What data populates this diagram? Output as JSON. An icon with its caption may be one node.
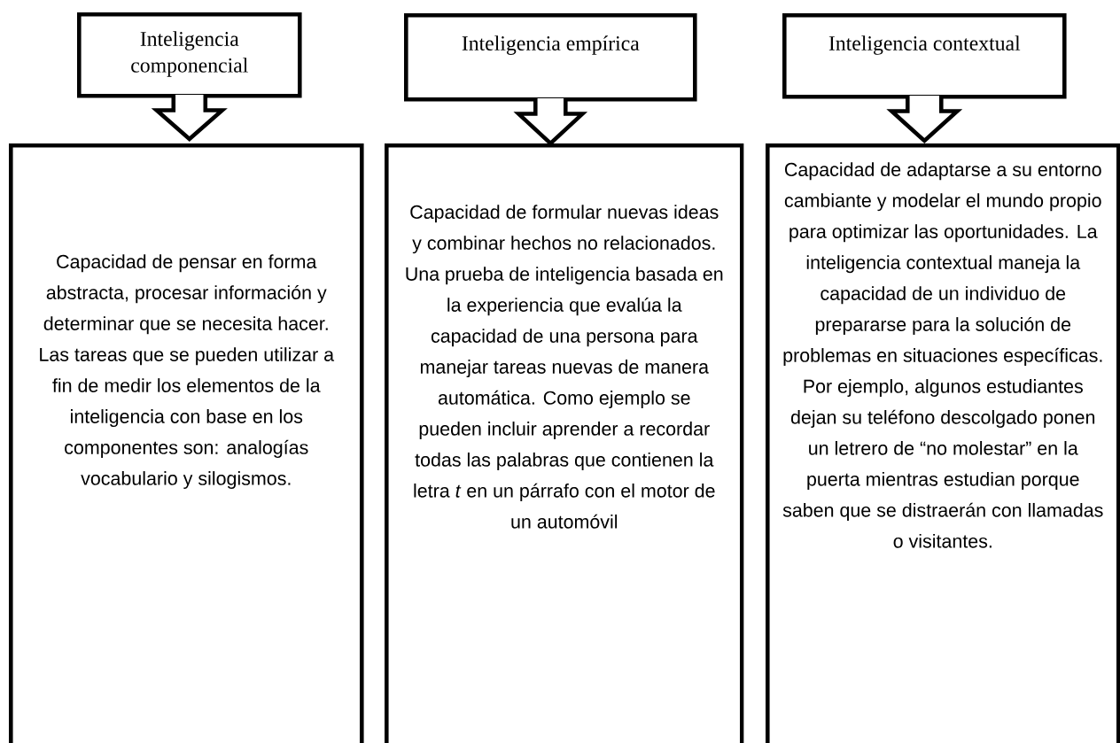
{
  "diagram": {
    "nodes": [
      {
        "text": [
          "Inteligencia componencial"
        ]
      },
      {
        "text": [
          "Inteligencia empírica"
        ]
      },
      {
        "text": [
          "Inteligencia contextual"
        ]
      },
      {
        "text": [
          "Capacidad de pensar en forma abstracta, procesar información y determinar que se necesita hacer. Las tareas que se pueden utilizar a fin de medir los elementos de la inteligencia con base en los componentes son: analogías vocabulario y silogismos."
        ]
      },
      {
        "text": [
          "Capacidad de formular nuevas ideas y combinar hechos no relacionados. Una prueba de inteligencia basada en la experiencia que evalúa la capacidad de una persona para manejar tareas nuevas de manera automática. Como ejemplo se pueden incluir aprender a recordar todas las palabras que contienen la letra *t* en un párrafo con el motor de un automóvil"
        ]
      },
      {
        "text": [
          "Capacidad de adaptarse a su entorno cambiante y modelar el mundo propio para optimizar las oportunidades. La inteligencia contextual maneja la capacidad de un individuo de prepararse para la solución de problemas en situaciones específicas. Por ejemplo, algunos estudiantes dejan su teléfono descolgado ponen un letrero de “no molestar” en la puerta mientras estudian porque saben que se distraerán con llamadas o visitantes."
        ]
      }
    ],
    "edges": [
      {
        "from": 0,
        "to": 3,
        "arrow": "to"
      },
      {
        "from": 1,
        "to": 4,
        "arrow": "to"
      },
      {
        "from": 2,
        "to": 5,
        "arrow": "to"
      }
    ]
  }
}
